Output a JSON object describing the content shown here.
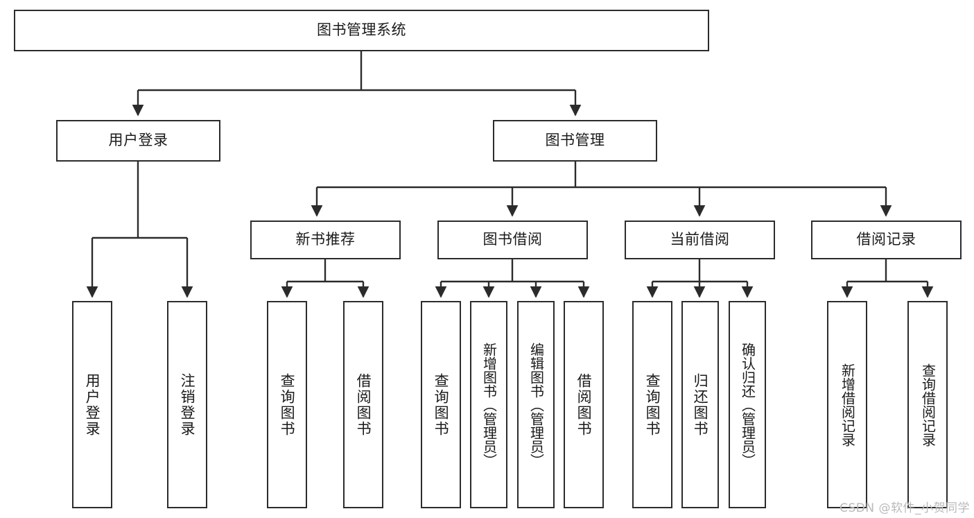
{
  "diagram": {
    "title": "图书管理系统",
    "root": {
      "label": "图书管理系统"
    },
    "level2": [
      {
        "label": "用户登录"
      },
      {
        "label": "图书管理"
      }
    ],
    "level3": [
      {
        "label": "新书推荐"
      },
      {
        "label": "图书借阅"
      },
      {
        "label": "当前借阅"
      },
      {
        "label": "借阅记录"
      }
    ],
    "leaves": {
      "user_login": [
        {
          "label": "用户登录"
        },
        {
          "label": "注销登录"
        }
      ],
      "new_book_recommend": [
        {
          "label": "查询图书"
        },
        {
          "label": "借阅图书"
        }
      ],
      "book_borrow": [
        {
          "label": "查询图书"
        },
        {
          "label": "新增图书（管理员）"
        },
        {
          "label": "编辑图书（管理员）"
        },
        {
          "label": "借阅图书"
        }
      ],
      "current_borrow": [
        {
          "label": "查询图书"
        },
        {
          "label": "归还图书"
        },
        {
          "label": "确认归还（管理员）"
        }
      ],
      "borrow_record": [
        {
          "label": "新增借阅记录"
        },
        {
          "label": "查询借阅记录"
        }
      ]
    }
  },
  "watermark": {
    "text": "CSDN @软件_小贺同学"
  },
  "colors": {
    "stroke": "#2b2b2b",
    "background": "#ffffff",
    "text": "#1a1a1a",
    "watermark": "#b9b9b9"
  }
}
